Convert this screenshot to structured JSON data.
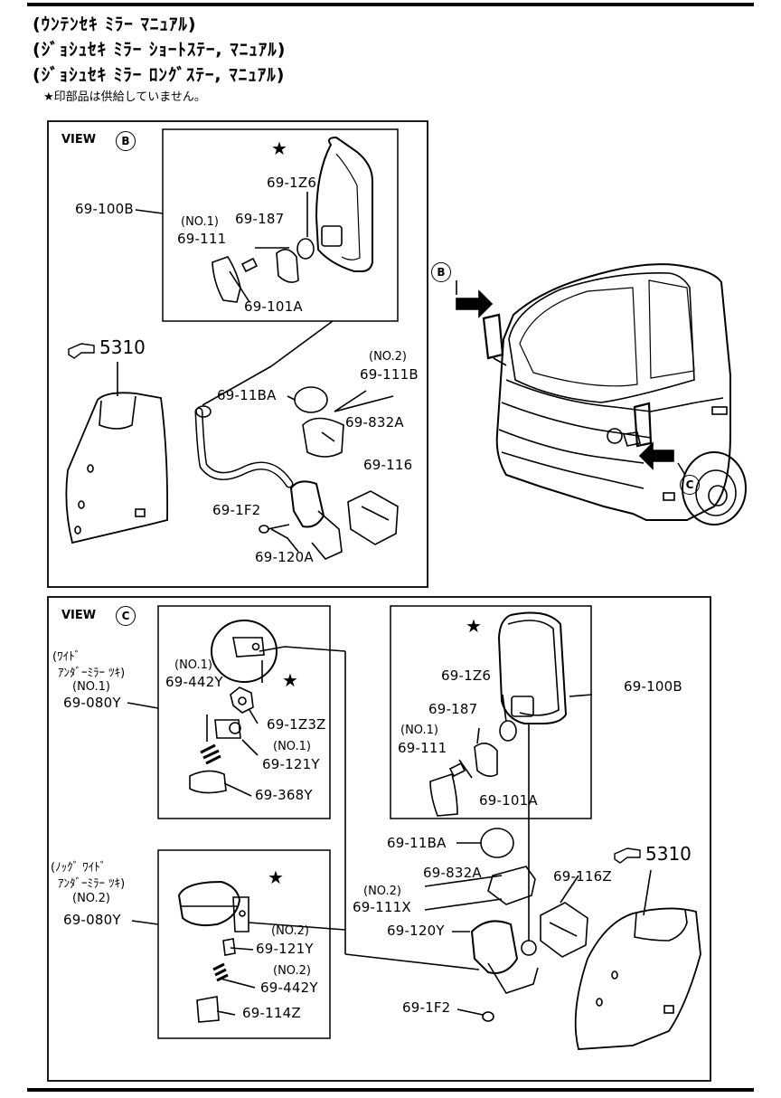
{
  "header": {
    "line1": "(ｳﾝﾃﾝｾｷ ﾐﾗｰ ﾏﾆｭｱﾙ)",
    "line2": "(ｼﾞｮｼｭｾｷ ﾐﾗｰ ｼｮｰﾄｽﾃｰ, ﾏﾆｭｱﾙ)",
    "line3": "(ｼﾞｮｼｭｾｷ ﾐﾗｰ ﾛﾝｸﾞｽﾃｰ, ﾏﾆｭｱﾙ)",
    "note": "★印部品は供給していません。"
  },
  "view_b": {
    "title": "VIEW",
    "ref": "B",
    "parts": {
      "p100b": "69-100B",
      "star": "★",
      "p1z6": "69-1Z6",
      "p187": "69-187",
      "no1": "(NO.1)",
      "p111": "69-111",
      "p101a": "69-101A",
      "ref5310": "5310",
      "no2": "(NO.2)",
      "p111b": "69-111B",
      "p11ba": "69-11BA",
      "p832a": "69-832A",
      "p116": "69-116",
      "p1f2": "69-1F2",
      "p120a": "69-120A"
    }
  },
  "truck": {
    "ref_b": "B",
    "ref_c": "C"
  },
  "view_c": {
    "title": "VIEW",
    "ref": "C",
    "wide": {
      "line1": "(ﾜｲﾄﾞ",
      "line2": "ｱﾝﾀﾞｰﾐﾗｰ ﾂｷ)",
      "no1": "(NO.1)",
      "p080y": "69-080Y",
      "no1b": "(NO.1)",
      "p442y": "69-442Y",
      "star": "★",
      "p1z3z": "69-1Z3Z",
      "no1c": "(NO.1)",
      "p121y": "69-121Y",
      "p368y": "69-368Y"
    },
    "nonwide": {
      "line1": "(ﾉｯｸﾞ ﾜｲﾄﾞ",
      "line2": "ｱﾝﾀﾞｰﾐﾗｰ ﾂｷ)",
      "no2": "(NO.2)",
      "p080y": "69-080Y",
      "star": "★",
      "no2b": "(NO.2)",
      "p121y": "69-121Y",
      "no2c": "(NO.2)",
      "p442y": "69-442Y",
      "p114z": "69-114Z"
    },
    "right": {
      "star": "★",
      "p100b": "69-100B",
      "p1z6": "69-1Z6",
      "p187": "69-187",
      "no1": "(NO.1)",
      "p111": "69-111",
      "p101a": "69-101A",
      "p11ba": "69-11BA",
      "p832a": "69-832A",
      "no2": "(NO.2)",
      "p111x": "69-111X",
      "p116z": "69-116Z",
      "p120y": "69-120Y",
      "p1f2": "69-1F2",
      "ref5310": "5310"
    }
  }
}
